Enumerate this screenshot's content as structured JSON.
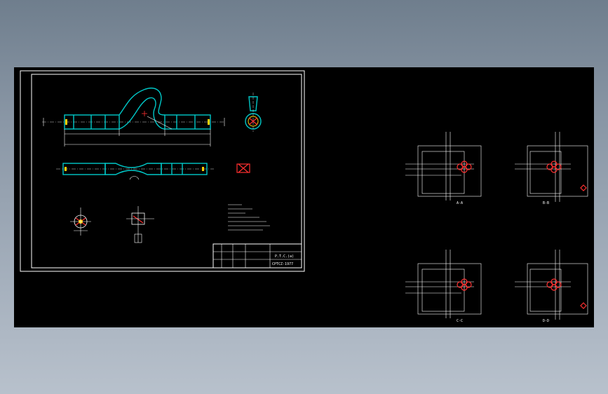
{
  "drawing": {
    "background": "#000000",
    "line_color": "#ffffff",
    "part_color": "#00c8c8",
    "accent_color": "#ff3030",
    "highlight_color": "#ffd000"
  },
  "title_block": {
    "drawing_title": "P.T.C.(a)",
    "drawing_number": "CPTCZ-1977"
  },
  "views": {
    "section_a": "A-A",
    "section_b": "B-B",
    "section_c": "C-C",
    "section_d": "D-D"
  }
}
